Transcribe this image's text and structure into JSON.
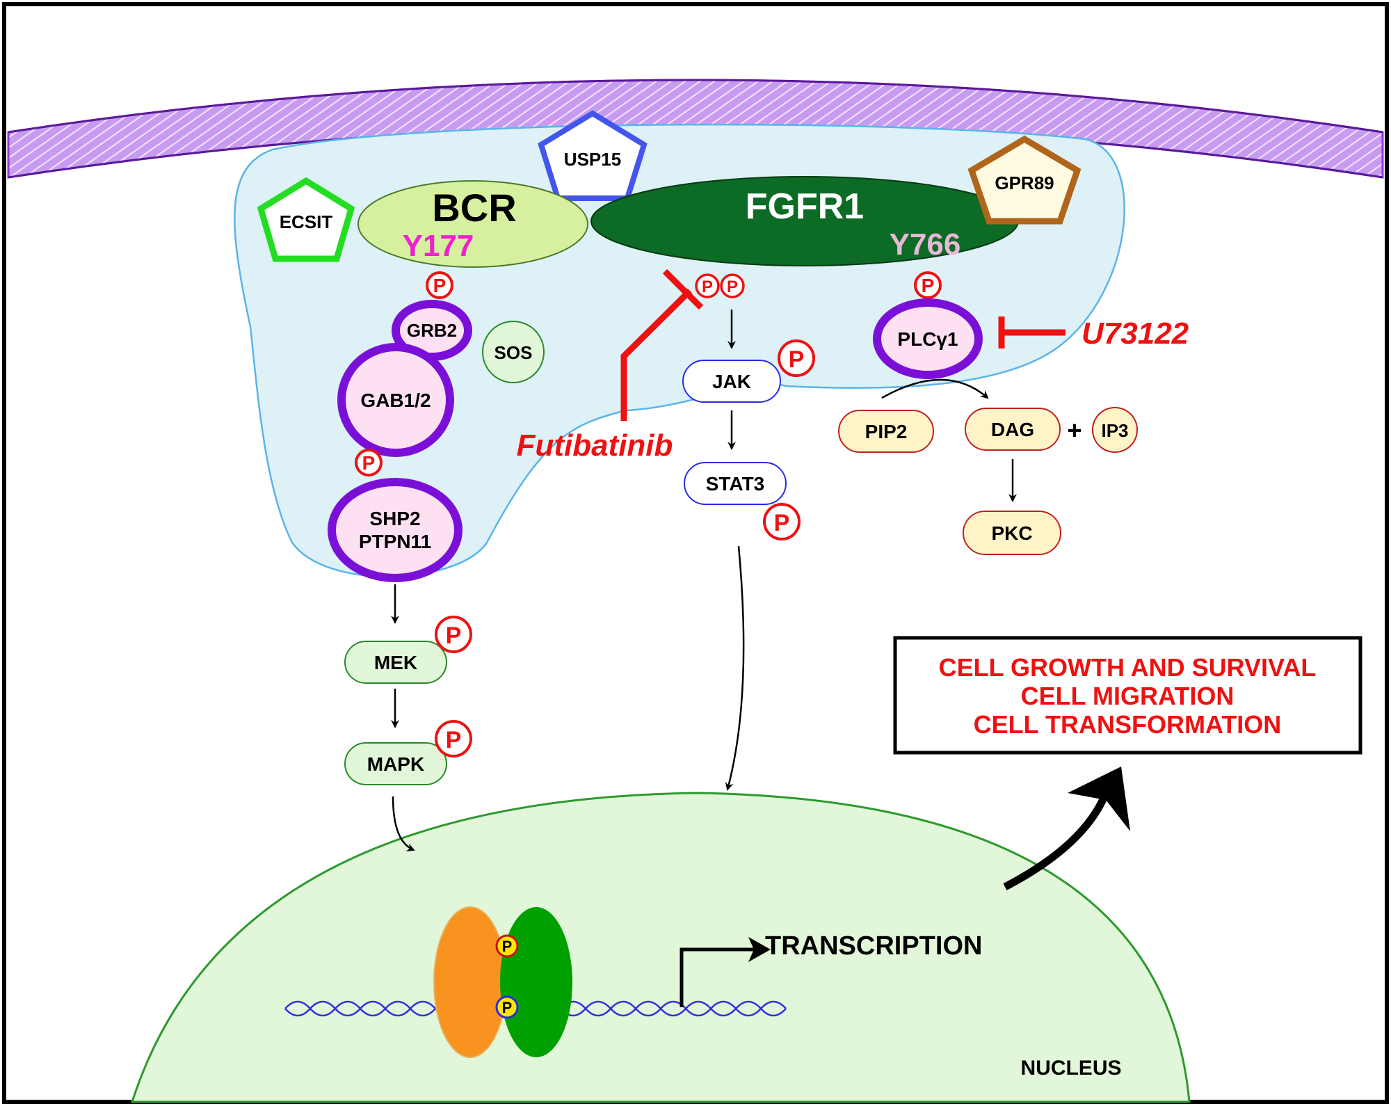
{
  "proteins": {
    "bcr": "BCR",
    "bcr_site": "Y177",
    "fgfr1": "FGFR1",
    "fgfr1_site": "Y766",
    "ecsit": "ECSIT",
    "usp15": "USP15",
    "gpr89": "GPR89",
    "grb2": "GRB2",
    "sos": "SOS",
    "gab": "GAB1/2",
    "shp2_line1": "SHP2",
    "shp2_line2": "PTPN11",
    "plcg1": "PLCγ1",
    "jak": "JAK",
    "stat3": "STAT3",
    "mek": "MEK",
    "mapk": "MAPK",
    "pip2": "PIP2",
    "dag": "DAG",
    "plus": "+",
    "ip3": "IP3",
    "pkc": "PKC"
  },
  "inhibitors": {
    "futibatinib": "Futibatinib",
    "u73122": "U73122"
  },
  "phospho_label": "P",
  "nucleus": {
    "label": "NUCLEUS",
    "transcription": "TRANSCRIPTION"
  },
  "outcomes": [
    "CELL GROWTH AND SURVIVAL",
    "CELL MIGRATION",
    "CELL TRANSFORMATION"
  ],
  "colors": {
    "inhibitor_red": "#ee1111",
    "pink_site": "#ee22cc",
    "light_pink_site": "#e8b8d8",
    "purple_ring": "#7a10d8",
    "scaffold_fill": "#fde0f2",
    "cytoplasm_region": "#ddf1f7",
    "cytoplasm_border": "#5ab4e8",
    "nucleus_fill": "#e2f7d9",
    "nucleus_border": "#2e9a2e",
    "membrane": "#8a3dd6",
    "fgfr1_fill": "#0c6b24",
    "bcr_fill": "#d7f0a0",
    "ecsit_stroke": "#22dd22",
    "usp15_stroke": "#4455ee",
    "gpr89_stroke": "#b0651a",
    "gpr89_fill": "#fffbe0",
    "stat_stroke": "#2a2ae6",
    "mapk_stroke": "#2a8a2a",
    "pip_fill": "#fff4c8",
    "pip_stroke": "#c02020",
    "tf_orange": "#f7931e",
    "tf_green": "#00a000",
    "dna": "#3232dc"
  }
}
